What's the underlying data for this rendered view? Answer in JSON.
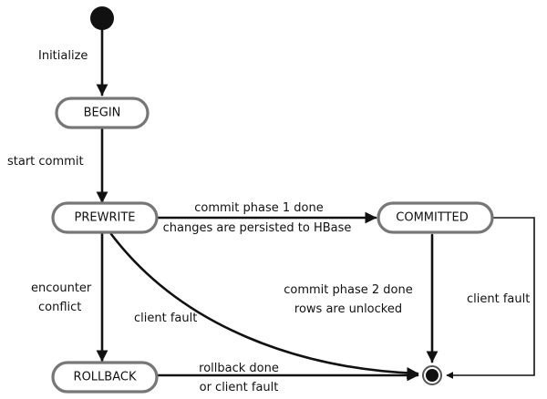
{
  "states": {
    "begin": "BEGIN",
    "prewrite": "PREWRITE",
    "committed": "COMMITTED",
    "rollback": "ROLLBACK"
  },
  "transitions": {
    "initialize": "Initialize",
    "start_commit": "start commit",
    "phase1_line1": "commit phase 1 done",
    "phase1_line2": "changes are persisted to HBase",
    "conflict_line1": "encounter",
    "conflict_line2": "conflict",
    "client_fault_prewrite": "client fault",
    "phase2_line1": "commit phase 2 done",
    "phase2_line2": "rows are unlocked",
    "client_fault_committed": "client fault",
    "rollback_line1": "rollback done",
    "rollback_line2": "or client fault"
  }
}
